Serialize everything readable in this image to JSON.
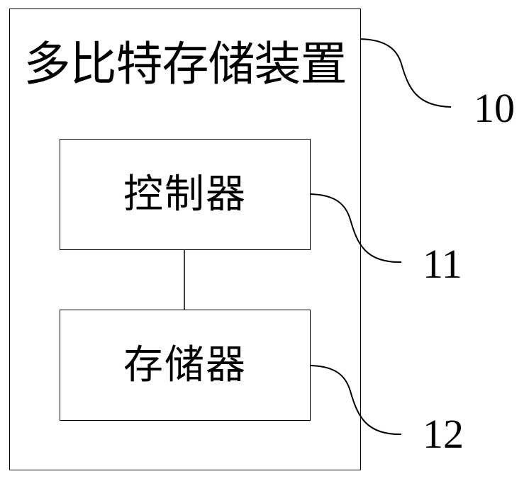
{
  "diagram": {
    "title": "多比特存储装置",
    "components": [
      {
        "id": "controller",
        "label": "控制器",
        "ref": "11"
      },
      {
        "id": "storage",
        "label": "存储器",
        "ref": "12"
      }
    ],
    "device_ref": "10",
    "connections": [
      {
        "from": "controller",
        "to": "storage"
      }
    ],
    "colors": {
      "line": "#000000",
      "background": "#ffffff"
    }
  }
}
